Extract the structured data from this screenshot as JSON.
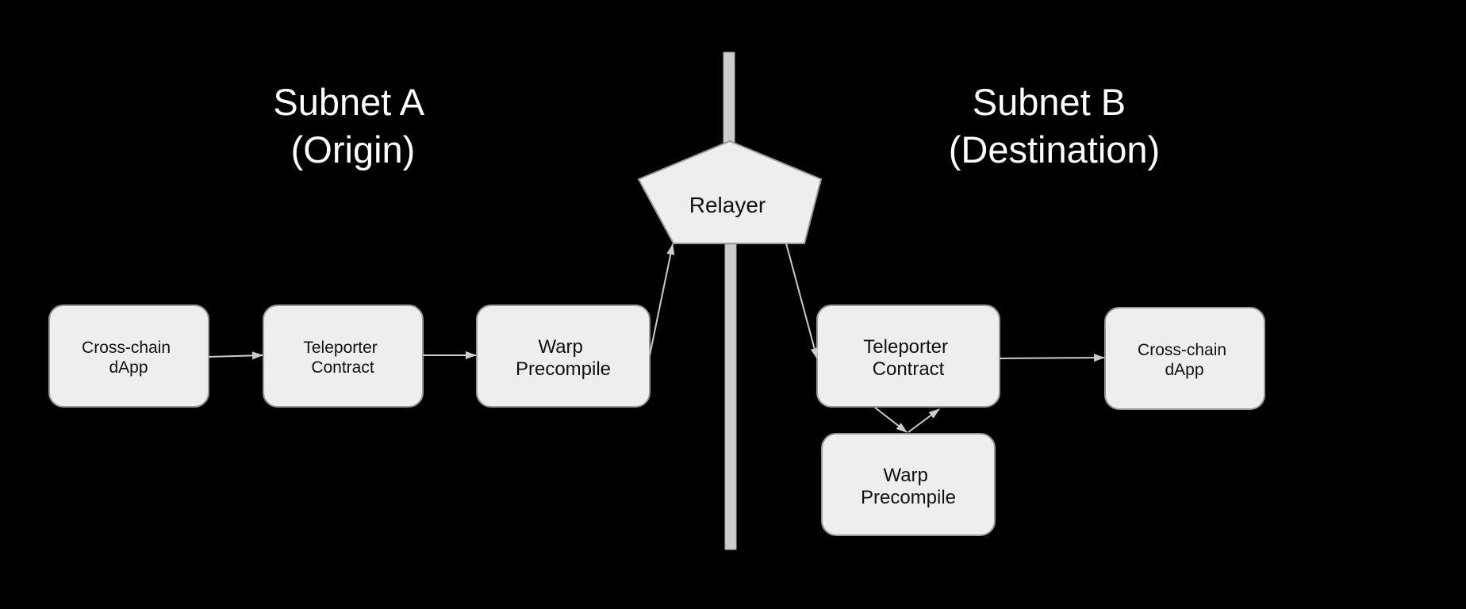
{
  "colors": {
    "background": "#000000",
    "box_fill": "#eeeeee",
    "box_border": "#999999",
    "text_light": "#ffffff",
    "text_dark": "#111111",
    "connector": "#cccccc"
  },
  "subnet_a": {
    "title_line1": "Subnet A",
    "title_line2": "(Origin)",
    "dapp": {
      "line1": "Cross-chain",
      "line2": "dApp"
    },
    "teleporter": {
      "line1": "Teleporter",
      "line2": "Contract"
    },
    "warp": {
      "line1": "Warp",
      "line2": "Precompile"
    }
  },
  "relayer": {
    "label": "Relayer"
  },
  "subnet_b": {
    "title_line1": "Subnet B",
    "title_line2": "(Destination)",
    "teleporter": {
      "line1": "Teleporter",
      "line2": "Contract"
    },
    "dapp": {
      "line1": "Cross-chain",
      "line2": "dApp"
    },
    "warp": {
      "line1": "Warp",
      "line2": "Precompile"
    }
  }
}
